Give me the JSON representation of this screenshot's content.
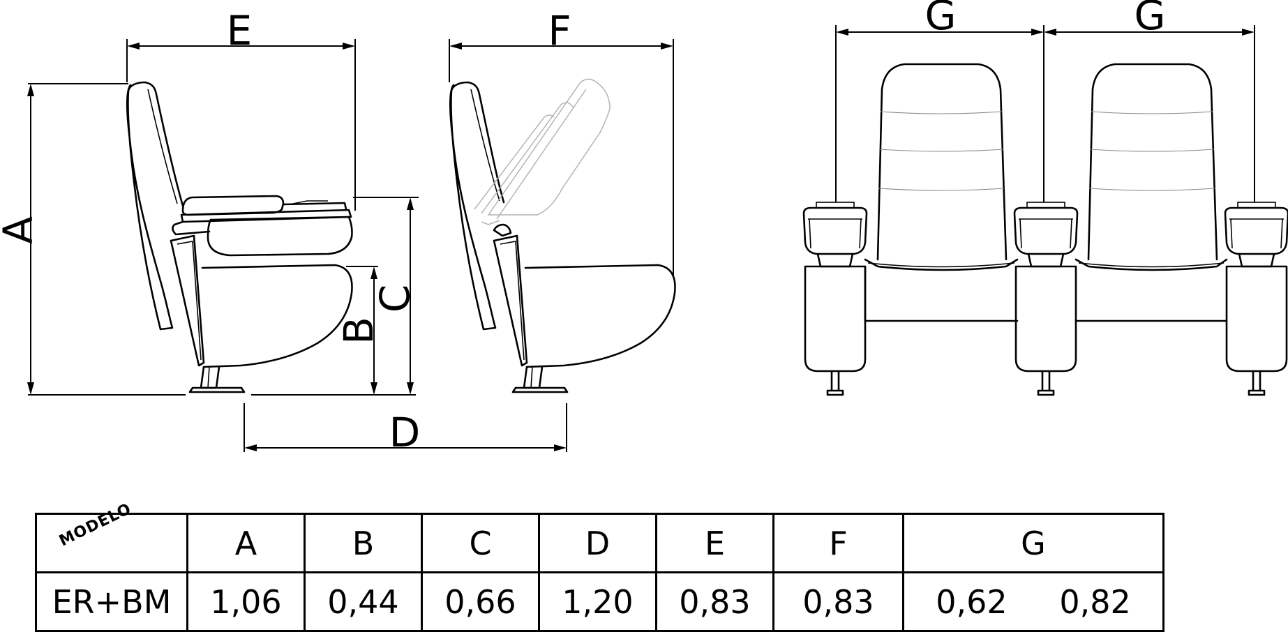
{
  "dimension_labels": {
    "A": "A",
    "B": "B",
    "C": "C",
    "D": "D",
    "E": "E",
    "F": "F",
    "G_left": "G",
    "G_right": "G"
  },
  "table": {
    "model_header": "MODELO",
    "headers": [
      "A",
      "B",
      "C",
      "D",
      "E",
      "F",
      "G"
    ],
    "model": "ER+BM",
    "values": [
      "1,06",
      "0,44",
      "0,66",
      "1,20",
      "0,83",
      "0,83"
    ],
    "g_values": [
      "0,62",
      "0,82"
    ]
  }
}
